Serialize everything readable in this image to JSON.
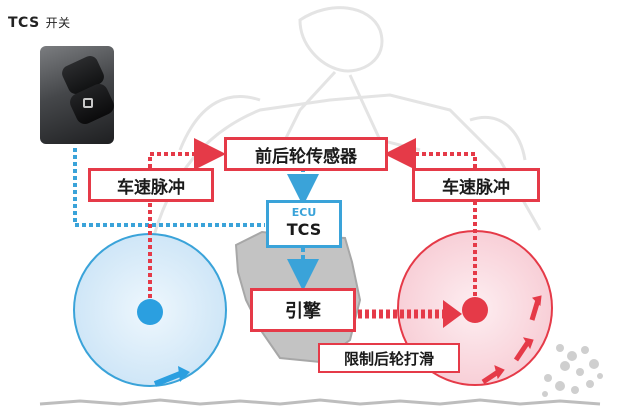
{
  "switch": {
    "title": "TCS",
    "subtitle": "开关"
  },
  "nodes": {
    "sensor": "前后轮传感器",
    "pulse_left": "车速脉冲",
    "pulse_right": "车速脉冲",
    "ecu_tag": "ECU",
    "ecu": "TCS",
    "engine": "引擎",
    "limit": "限制后轮打滑"
  },
  "colors": {
    "red": "#e53a48",
    "blue": "#3aa3d9",
    "wheel_front": "#d8ecfa",
    "wheel_rear": "#fbd8de"
  }
}
